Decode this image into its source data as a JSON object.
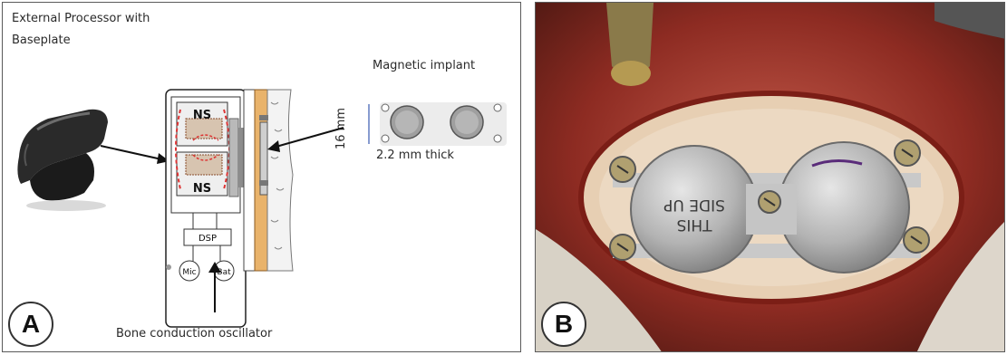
{
  "panel_a": {
    "title_line1": "External Processor with",
    "title_line2": "Baseplate",
    "implant_label": "Magnetic implant",
    "height_label": "16 mm",
    "thickness_label": "2.2 mm thick",
    "oscillator_label": "Bone conduction oscillator",
    "ns_top": "NS",
    "ns_bottom": "NS",
    "dsp": "DSP",
    "mic": "Mic",
    "bat": "Bat",
    "badge": "A"
  },
  "panel_b": {
    "badge": "B",
    "implant_text_1": "SIDE UP",
    "implant_text_2": "THIS"
  }
}
